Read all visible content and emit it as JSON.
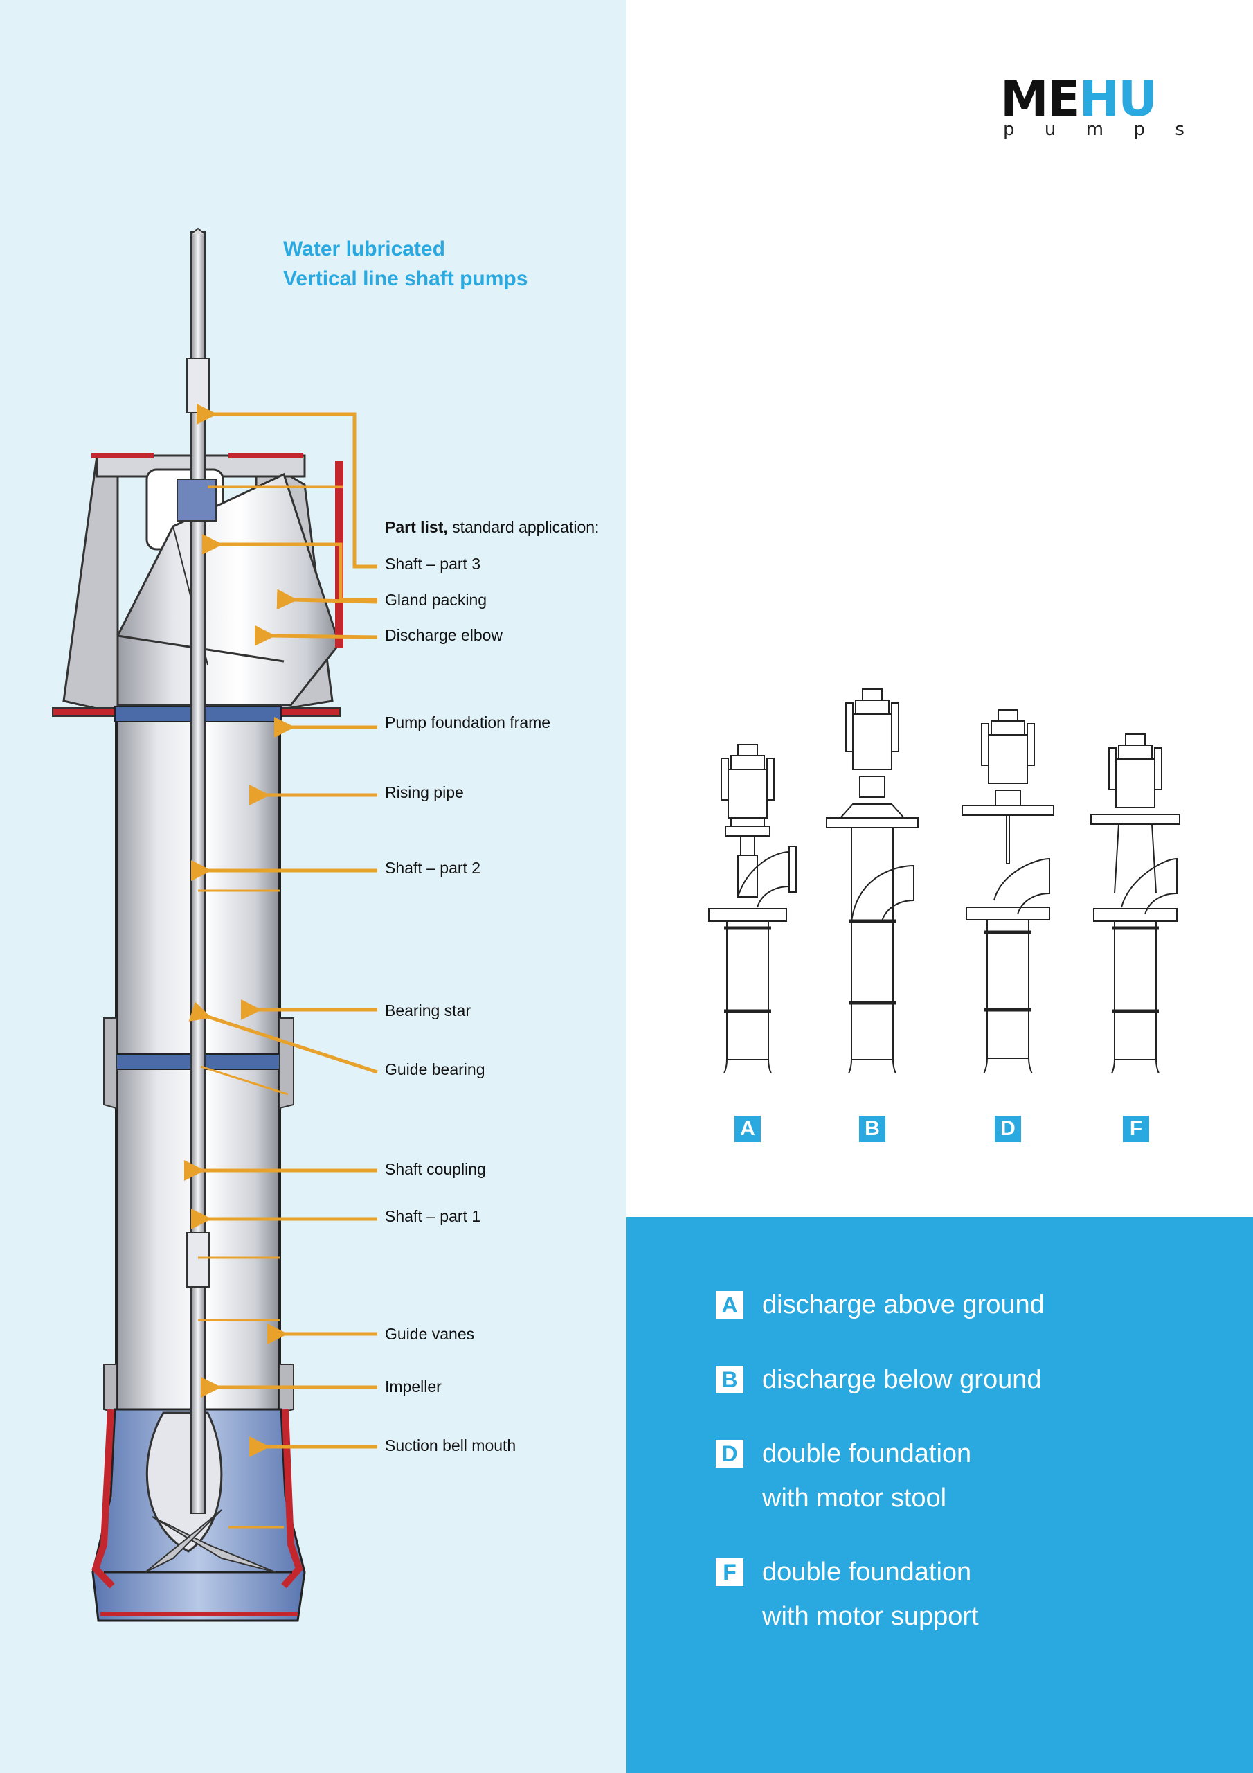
{
  "brand": {
    "name_dark": "ME",
    "name_blue": "HU",
    "sub_letters": [
      "p",
      "u",
      "m",
      "p",
      "s"
    ]
  },
  "title": {
    "line1": "Water lubricated",
    "line2": "Vertical line shaft pumps"
  },
  "part_list": {
    "header_bold": "Part list,",
    "header_rest": " standard application:",
    "items": [
      "Shaft – part 3",
      "Gland packing",
      "Discharge elbow",
      "Pump foundation frame",
      "Rising pipe",
      "Shaft – part 2",
      "Bearing star",
      "Guide bearing",
      "Shaft coupling",
      "Shaft – part 1",
      "Guide vanes",
      "Impeller",
      "Suction bell mouth"
    ]
  },
  "variants": {
    "badges": [
      "A",
      "B",
      "D",
      "F"
    ],
    "legend": [
      {
        "key": "A",
        "line1": "discharge above ground",
        "line2": ""
      },
      {
        "key": "B",
        "line1": "discharge below ground",
        "line2": ""
      },
      {
        "key": "D",
        "line1": "double foundation",
        "line2": "with motor stool"
      },
      {
        "key": "F",
        "line1": "double foundation",
        "line2": "with motor support"
      }
    ]
  },
  "colors": {
    "accent_blue": "#2aa9e0",
    "arrow_orange": "#e8a12b",
    "flange_red": "#c4262e",
    "band_blue": "#4a6aa8",
    "panel_light": "#e1f2f9"
  }
}
